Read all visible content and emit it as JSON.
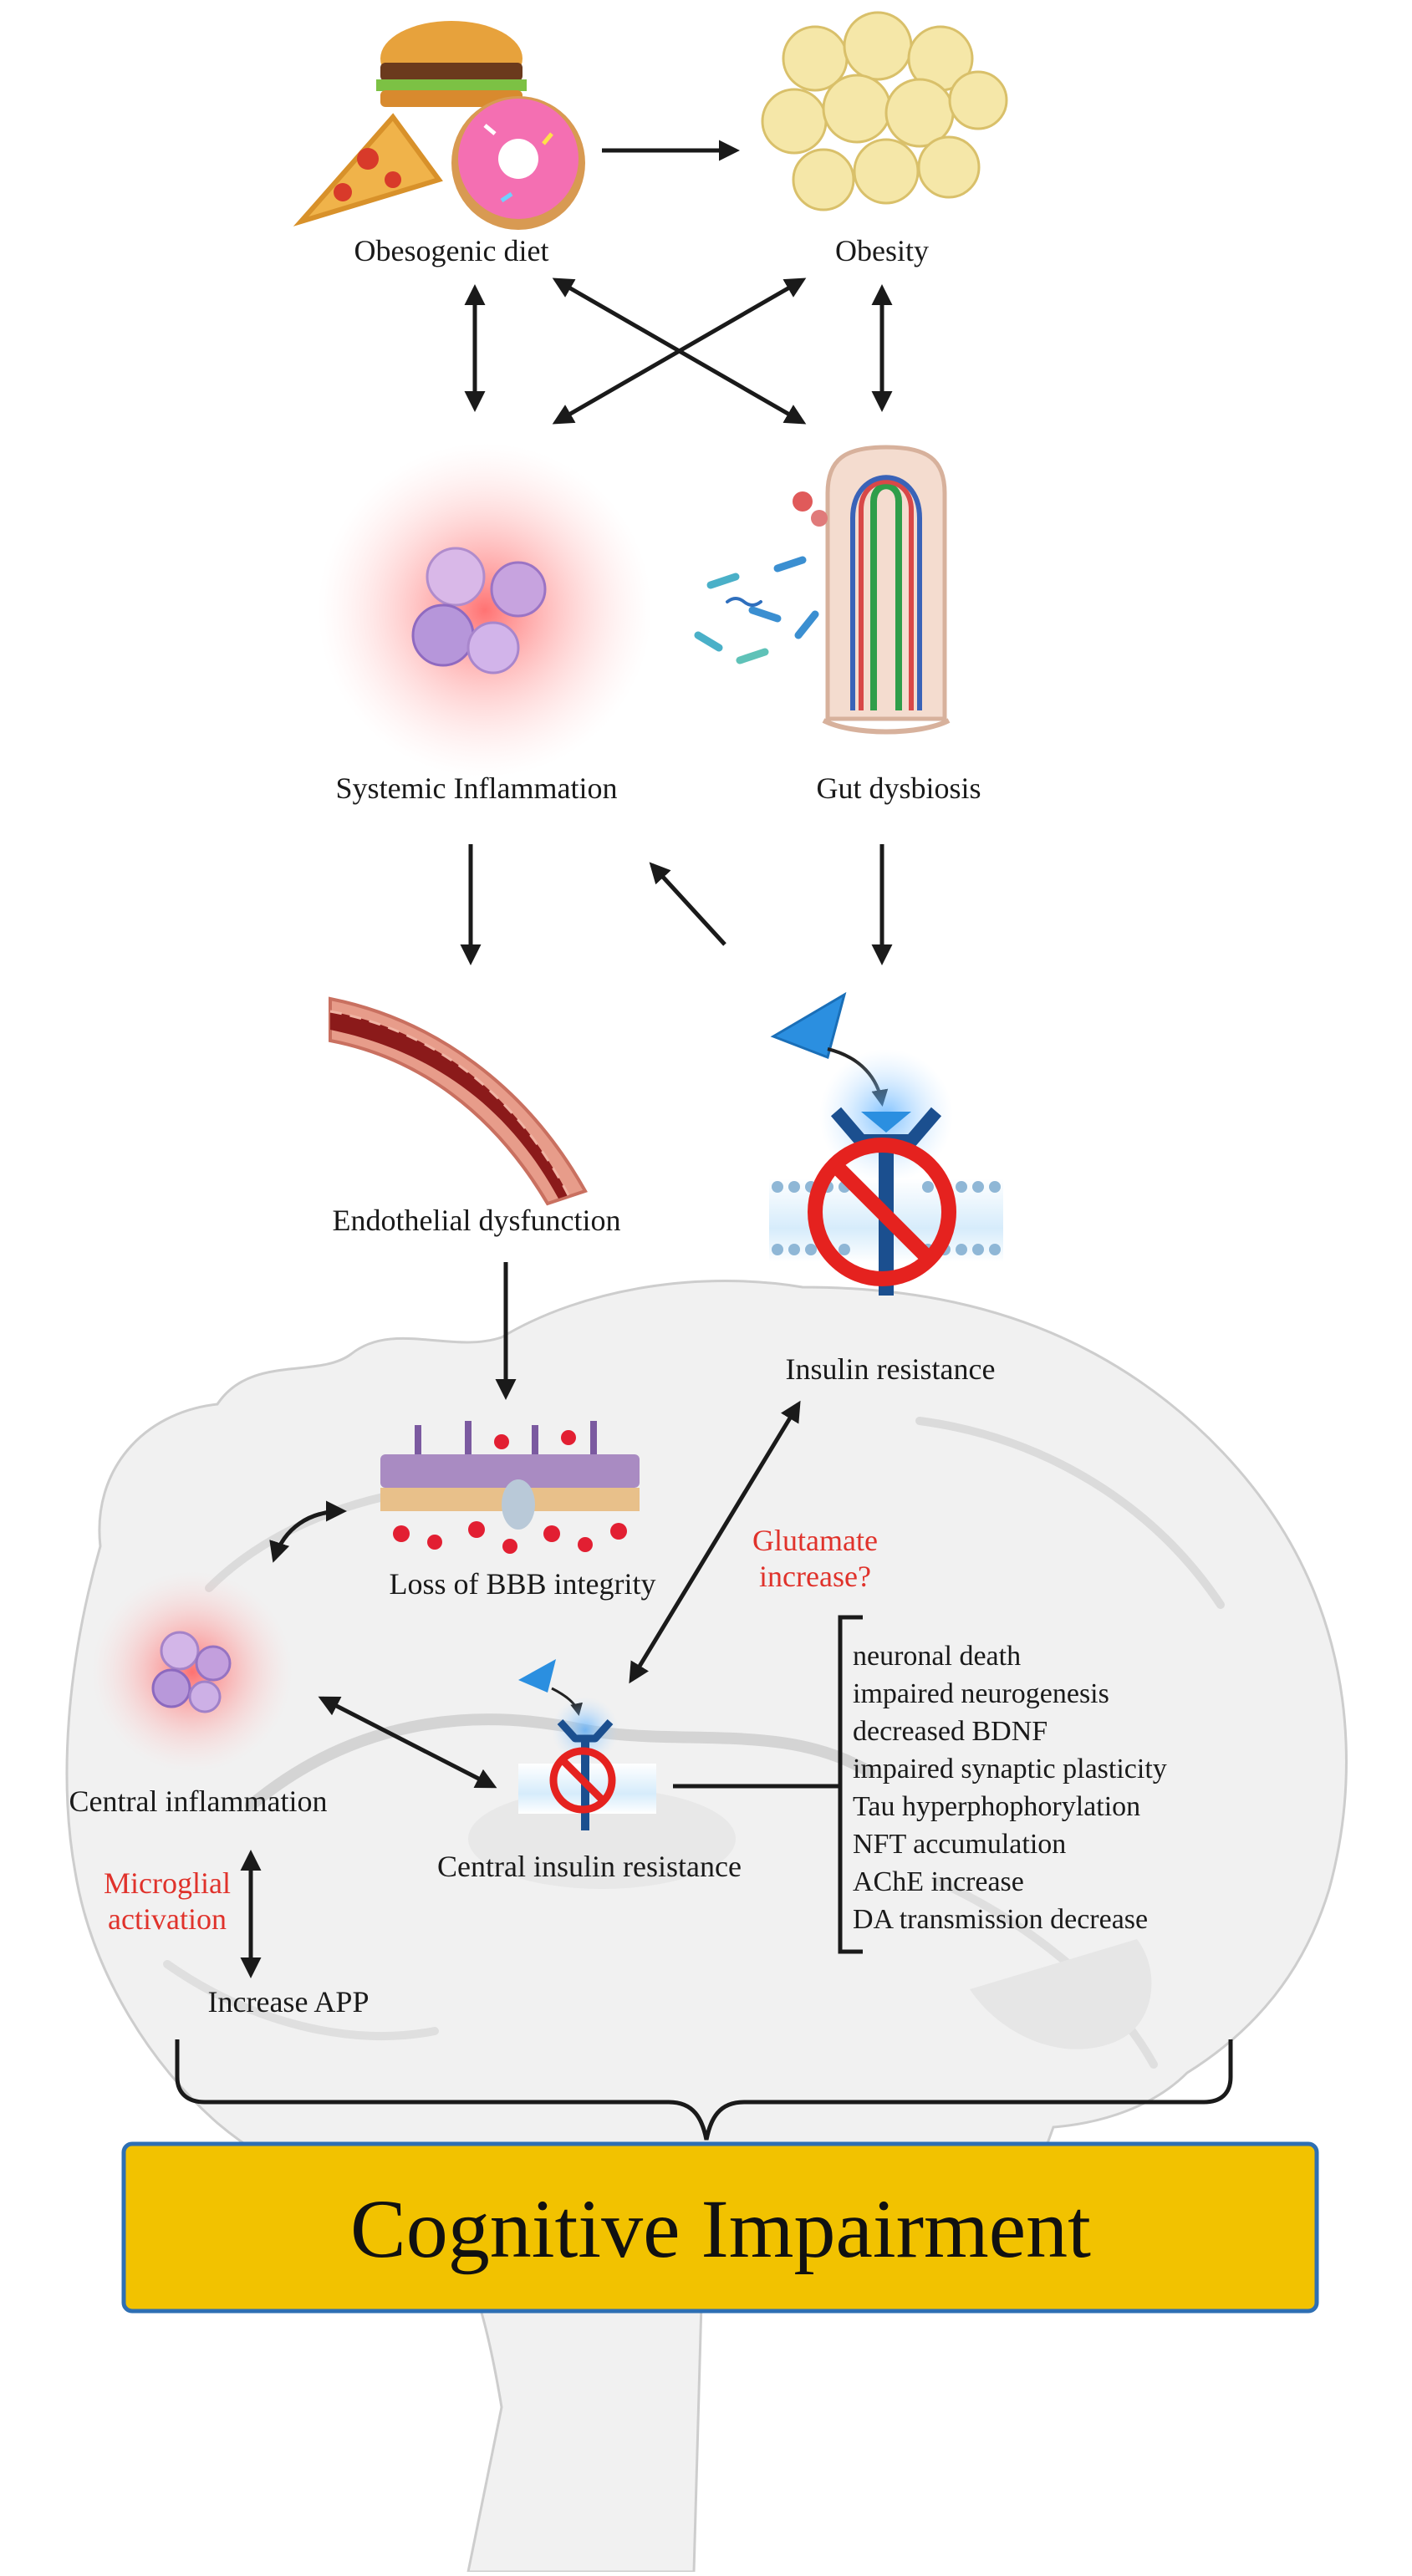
{
  "nodes": {
    "obesogenic_diet": "Obesogenic diet",
    "obesity": "Obesity",
    "systemic_inflammation": "Systemic Inflammation",
    "gut_dysbiosis": "Gut dysbiosis",
    "endothelial_dysfunction": "Endothelial dysfunction",
    "insulin_resistance": "Insulin resistance",
    "loss_bbb": "Loss of BBB integrity",
    "central_inflammation": "Central inflammation",
    "central_insulin_resistance": "Central insulin resistance",
    "increase_app": "Increase APP"
  },
  "annotations": {
    "glutamate_line1": "Glutamate",
    "glutamate_line2": "increase?",
    "microglial_line1": "Microglial",
    "microglial_line2": "activation"
  },
  "effects": [
    "neuronal death",
    "impaired neurogenesis",
    "decreased BDNF",
    "impaired synaptic plasticity",
    "Tau hyperphophorylation",
    "NFT accumulation",
    "AChE increase",
    "DA transmission decrease"
  ],
  "outcome": "Cognitive Impairment",
  "colors": {
    "outcome_box": "#f2c200",
    "outcome_border": "#2e6fb3",
    "annotation_red": "#e0322b",
    "arrow": "#1a1a1a"
  }
}
